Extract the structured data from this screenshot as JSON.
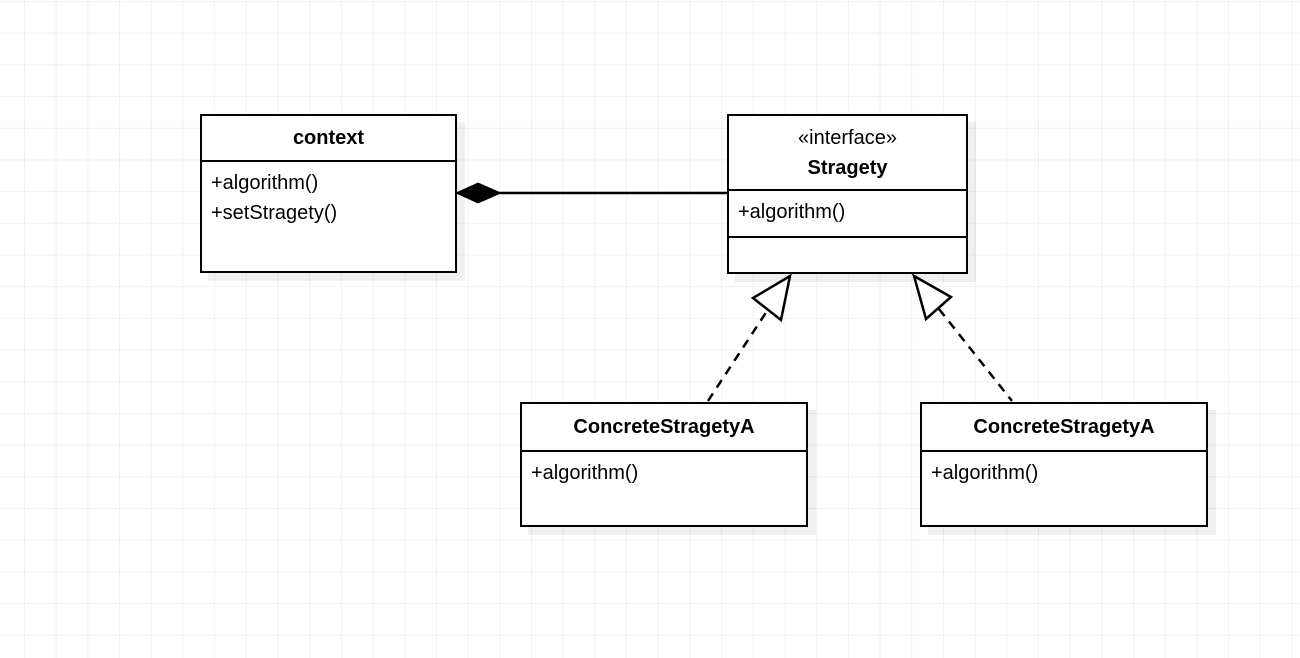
{
  "diagram": {
    "kind": "uml-class-diagram",
    "pattern": "Strategy",
    "colors": {
      "line": "#000000",
      "text": "#000000",
      "box_fill": "#ffffff",
      "grid": "#f1f1f1",
      "shadow": "rgba(0,0,0,0.06)"
    }
  },
  "classes": {
    "context": {
      "name": "context",
      "methods": [
        "+algorithm()",
        "+setStragety()"
      ]
    },
    "stragety": {
      "stereotype": "«interface»",
      "name": "Stragety",
      "methods": [
        "+algorithm()"
      ]
    },
    "concrete_left": {
      "name": "ConcreteStragetyA",
      "methods": [
        "+algorithm()"
      ]
    },
    "concrete_right": {
      "name": "ConcreteStragetyA",
      "methods": [
        "+algorithm()"
      ]
    }
  },
  "connectors": {
    "composition": {
      "type": "composition",
      "from": "context",
      "to": "Stragety",
      "marker": "filled-diamond",
      "line": "solid"
    },
    "realization_left": {
      "type": "realization",
      "from": "ConcreteStragetyA",
      "to": "Stragety",
      "marker": "hollow-triangle",
      "line": "dashed"
    },
    "realization_right": {
      "type": "realization",
      "from": "ConcreteStragetyA",
      "to": "Stragety",
      "marker": "hollow-triangle",
      "line": "dashed"
    }
  }
}
